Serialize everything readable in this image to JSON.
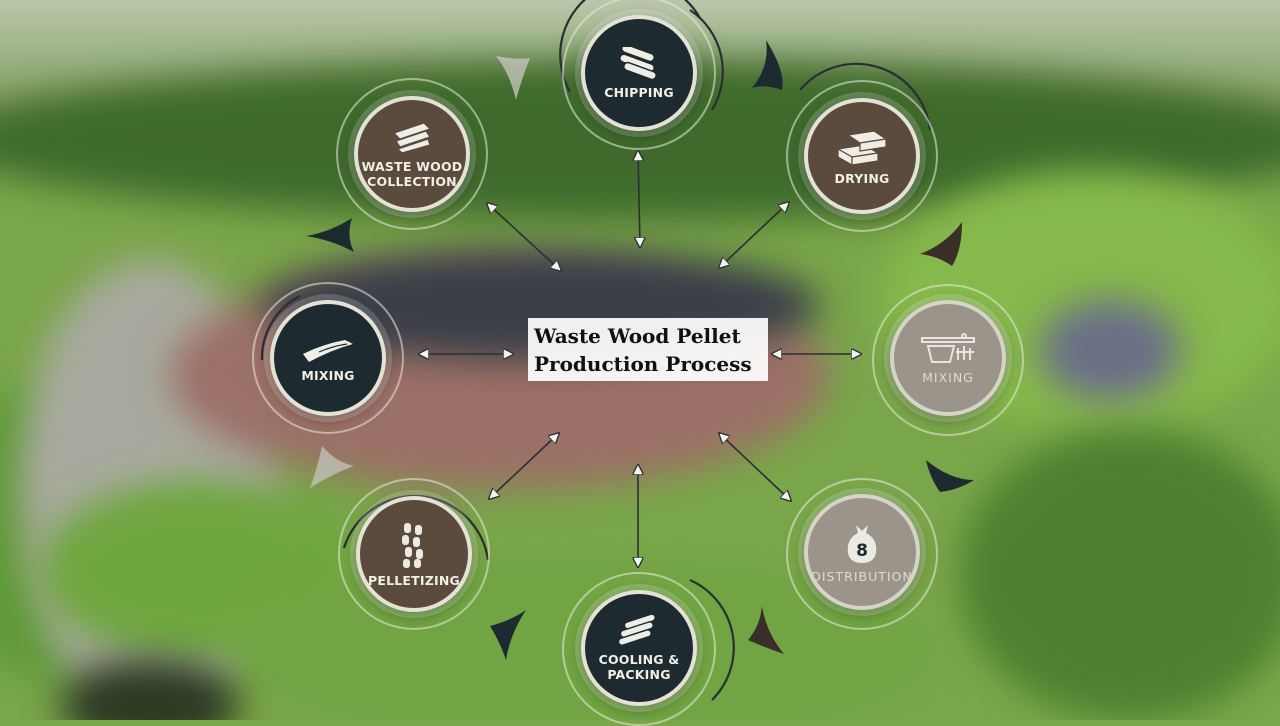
{
  "title": "Waste Wood Pellet Production Process",
  "title_line1": "Waste Wood Pellet",
  "title_line2": "Production Process",
  "steps": [
    {
      "label_lines": [
        "CHIPPING"
      ],
      "icon": "logs-icon",
      "style": "dark"
    },
    {
      "label_lines": [
        "DRYING"
      ],
      "icon": "lumber-stack-icon",
      "style": "brown"
    },
    {
      "label_lines": [
        "MIXING"
      ],
      "icon": "mixer-tank-icon",
      "style": "grey"
    },
    {
      "label_lines": [
        "DISTRIBUTION"
      ],
      "icon": "money-bag-icon",
      "icon_text": "8",
      "style": "grey"
    },
    {
      "label_lines": [
        "COOLING &",
        "PACKING"
      ],
      "icon": "logs-bundle-icon",
      "style": "dark"
    },
    {
      "label_lines": [
        "PELLETIZING"
      ],
      "icon": "pellets-icon",
      "style": "brown"
    },
    {
      "label_lines": [
        "MIXING"
      ],
      "icon": "wood-plank-icon",
      "style": "dark"
    },
    {
      "label_lines": [
        "WASTE WOOD",
        "COLLECTION"
      ],
      "icon": "wood-boards-icon",
      "style": "brown"
    }
  ],
  "colors": {
    "dark_node": "#1d2a30",
    "brown_node": "#5a4b3c",
    "grey_node": "#9a948a",
    "arrow": "#2b2f33",
    "title_bg": "#ffffff"
  }
}
